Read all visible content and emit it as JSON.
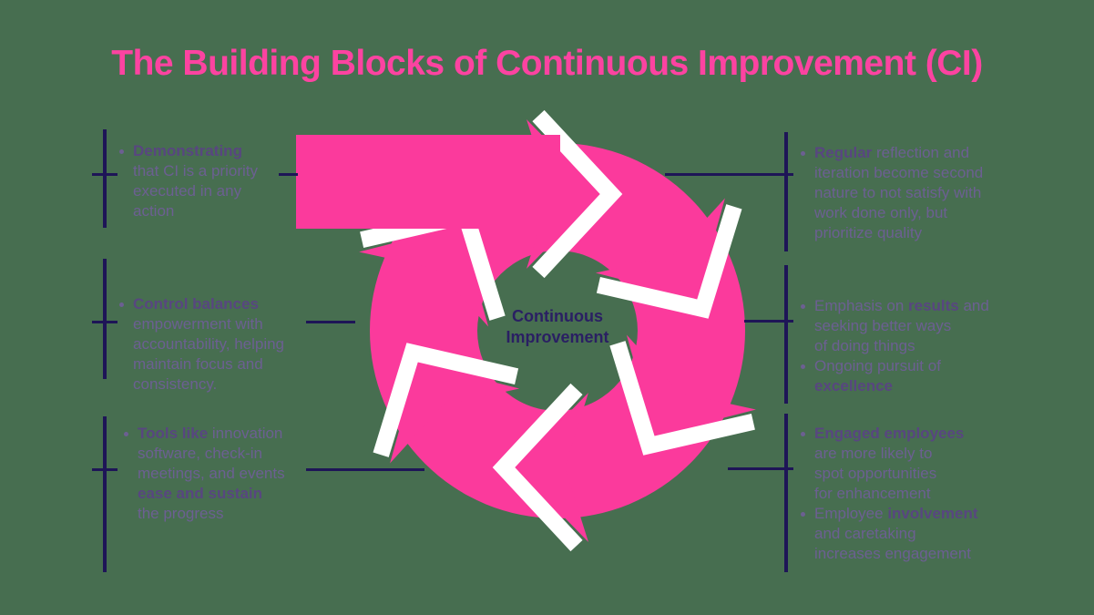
{
  "title": "The Building Blocks of Continuous Improvement (CI)",
  "diagram": {
    "type": "circular-cycle-arrows",
    "segments": 6,
    "center_label_line1": "Continuous",
    "center_label_line2": "Improvement"
  },
  "colors": {
    "background": "#476E50",
    "pink": "#FB3A9C",
    "title_pink": "#FC43A1",
    "navy": "#1E1557",
    "text": "#6C5F92",
    "text_bold": "#584680",
    "arrow_gap_white": "#FFFFFF"
  },
  "blocks": {
    "left_top": {
      "bullets": [
        {
          "lines": [
            [
              {
                "t": "Demonstrating",
                "b": true
              }
            ],
            [
              {
                "t": "that CI is a priority"
              }
            ],
            [
              {
                "t": "executed in any"
              }
            ],
            [
              {
                "t": "action"
              }
            ]
          ]
        }
      ]
    },
    "left_middle": {
      "bullets": [
        {
          "lines": [
            [
              {
                "t": "Control balances",
                "b": true
              }
            ],
            [
              {
                "t": "empowerment with"
              }
            ],
            [
              {
                "t": "accountability, helping"
              }
            ],
            [
              {
                "t": "maintain focus and"
              }
            ],
            [
              {
                "t": "consistency."
              }
            ]
          ]
        }
      ]
    },
    "left_bottom": {
      "bullets": [
        {
          "lines": [
            [
              {
                "t": "Tools like",
                "b": true
              },
              {
                "t": " innovation"
              }
            ],
            [
              {
                "t": "software, check-in"
              }
            ],
            [
              {
                "t": "meetings, and events"
              }
            ],
            [
              {
                "t": "ease and sustain",
                "b": true
              }
            ],
            [
              {
                "t": "the progress"
              }
            ]
          ]
        }
      ]
    },
    "right_top": {
      "bullets": [
        {
          "lines": [
            [
              {
                "t": "Regular",
                "b": true
              },
              {
                "t": " reflection and"
              }
            ],
            [
              {
                "t": "iteration become second"
              }
            ],
            [
              {
                "t": "nature to not satisfy with"
              }
            ],
            [
              {
                "t": "work done only, but"
              }
            ],
            [
              {
                "t": "prioritize quality"
              }
            ]
          ]
        }
      ]
    },
    "right_middle": {
      "bullets": [
        {
          "lines": [
            [
              {
                "t": "Emphasis on "
              },
              {
                "t": "results",
                "b": true
              },
              {
                "t": " and"
              }
            ],
            [
              {
                "t": "seeking better ways"
              }
            ],
            [
              {
                "t": "of doing things"
              }
            ]
          ]
        },
        {
          "lines": [
            [
              {
                "t": "Ongoing pursuit of "
              },
              {
                "t": "excellence",
                "b": true
              }
            ]
          ]
        }
      ]
    },
    "right_bottom": {
      "bullets": [
        {
          "lines": [
            [
              {
                "t": "Engaged employees",
                "b": true
              }
            ],
            [
              {
                "t": "are more likely to"
              }
            ],
            [
              {
                "t": "spot opportunities"
              }
            ],
            [
              {
                "t": "for enhancement"
              }
            ]
          ]
        },
        {
          "lines": [
            [
              {
                "t": "Employee "
              },
              {
                "t": "involvement",
                "b": true
              }
            ],
            [
              {
                "t": "and caretaking"
              }
            ],
            [
              {
                "t": "increases engagement"
              }
            ]
          ]
        }
      ]
    }
  }
}
